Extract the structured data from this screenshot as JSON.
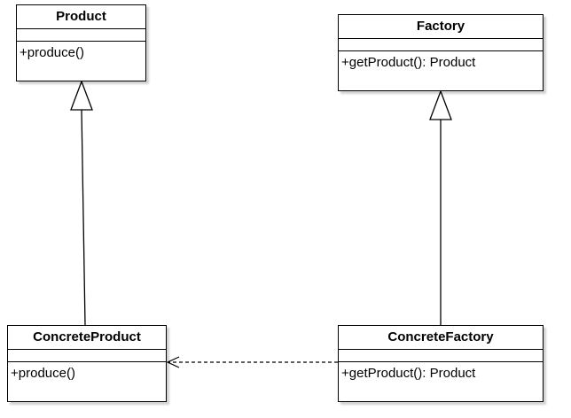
{
  "diagram": {
    "classes": {
      "product": {
        "name": "Product",
        "operations": [
          "+produce()"
        ]
      },
      "factory": {
        "name": "Factory",
        "operations": [
          "+getProduct(): Product"
        ]
      },
      "concrete_product": {
        "name": "ConcreteProduct",
        "operations": [
          "+produce()"
        ]
      },
      "concrete_factory": {
        "name": "ConcreteFactory",
        "operations": [
          "+getProduct(): Product"
        ]
      }
    },
    "relations": [
      {
        "type": "generalization",
        "from": "ConcreteProduct",
        "to": "Product"
      },
      {
        "type": "generalization",
        "from": "ConcreteFactory",
        "to": "Factory"
      },
      {
        "type": "dependency",
        "from": "ConcreteFactory",
        "to": "ConcreteProduct"
      }
    ]
  }
}
